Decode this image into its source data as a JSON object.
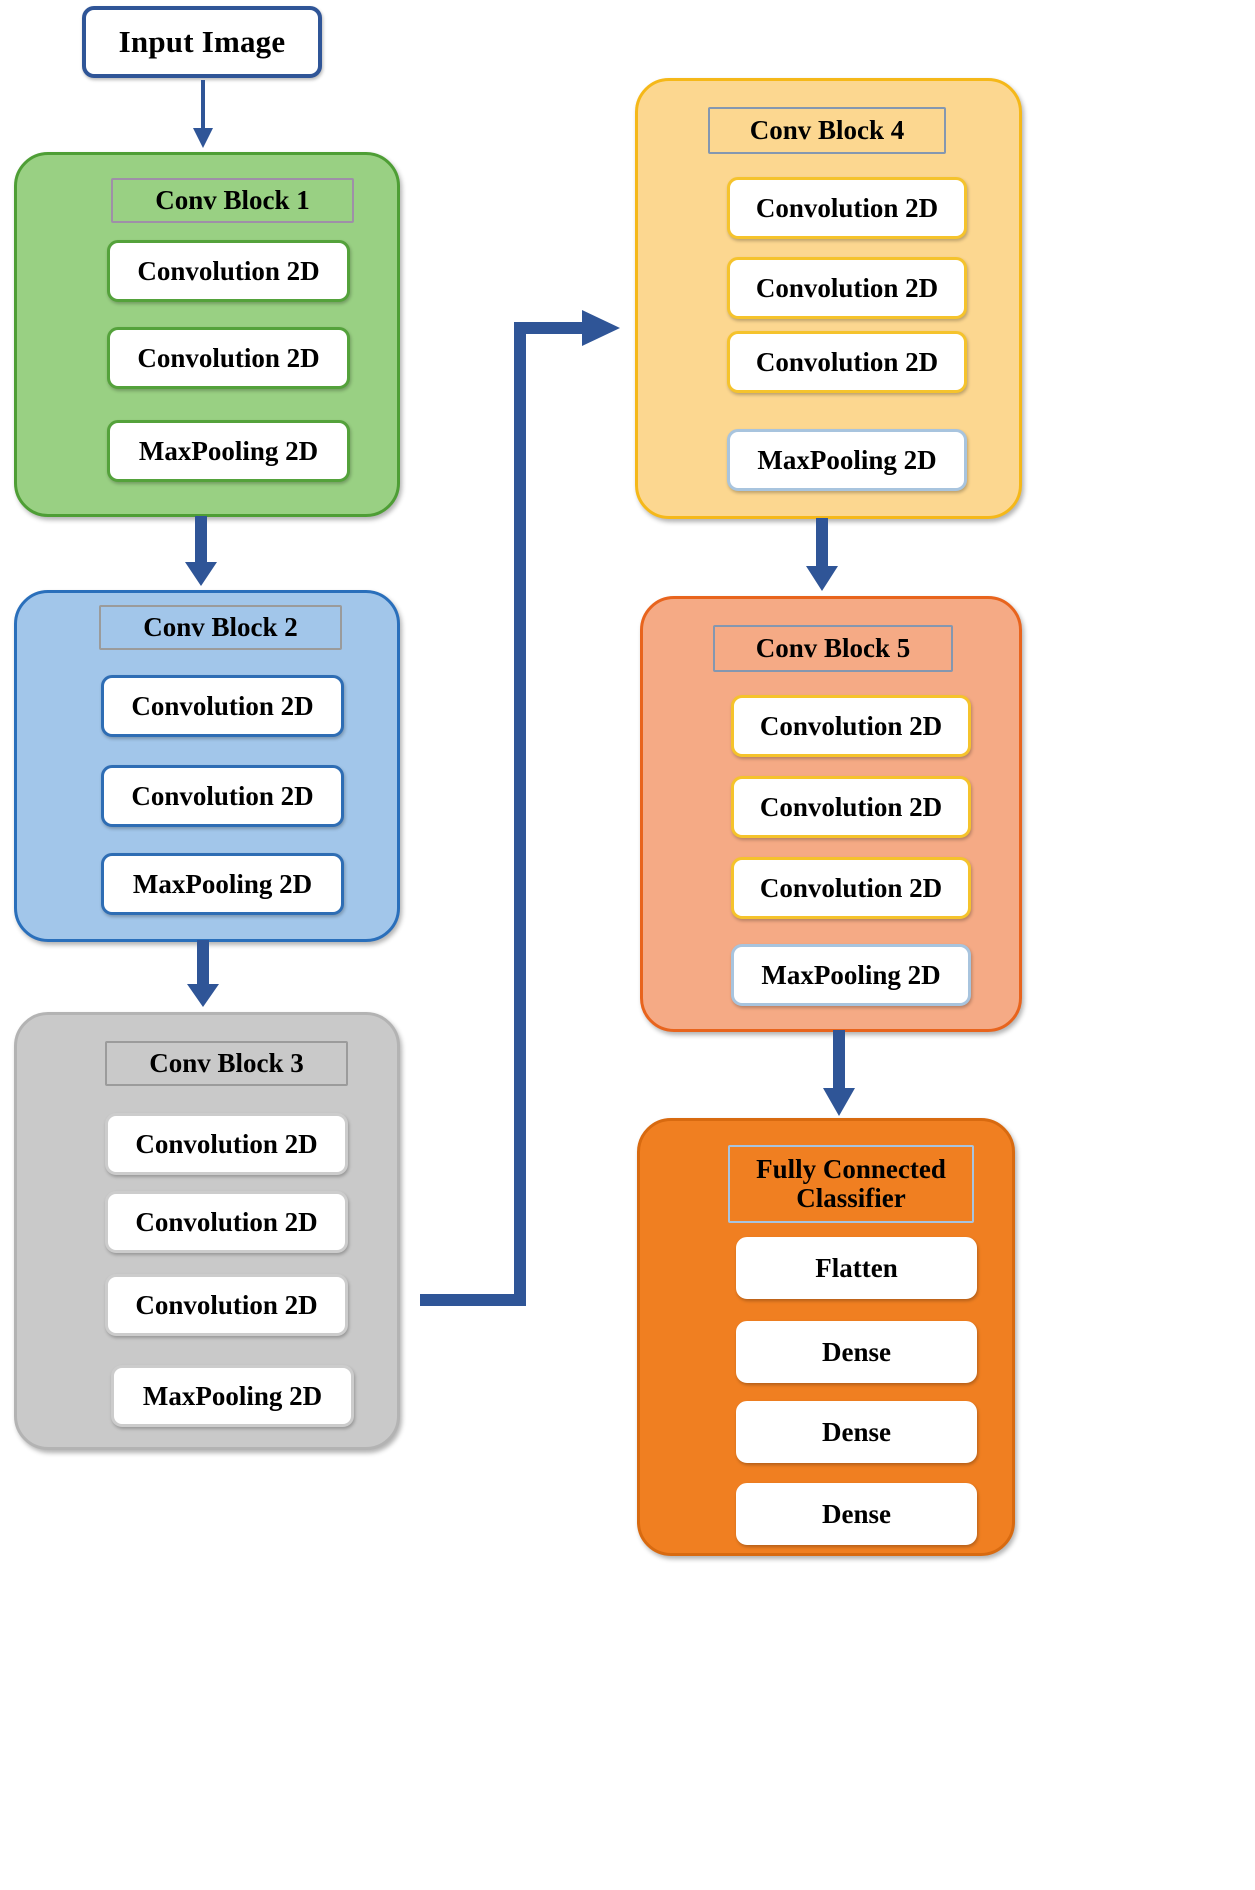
{
  "diagram": {
    "title": "CNN (VGG-style) architecture flow diagram",
    "input": {
      "label": "Input Image"
    },
    "colors": {
      "arrow": "#2f5597",
      "block1": "#99d083",
      "block2": "#a2c6ea",
      "block3": "#c9c9c9",
      "block4": "#fcd790",
      "block5": "#f5aa85",
      "classifier": "#f07f21"
    },
    "blocks": [
      {
        "id": "conv-block-1",
        "title": "Conv Block 1",
        "layers": [
          "Convolution 2D",
          "Convolution 2D",
          "MaxPooling 2D"
        ]
      },
      {
        "id": "conv-block-2",
        "title": "Conv Block 2",
        "layers": [
          "Convolution 2D",
          "Convolution 2D",
          "MaxPooling 2D"
        ]
      },
      {
        "id": "conv-block-3",
        "title": "Conv Block 3",
        "layers": [
          "Convolution 2D",
          "Convolution 2D",
          "Convolution 2D",
          "MaxPooling 2D"
        ]
      },
      {
        "id": "conv-block-4",
        "title": "Conv Block 4",
        "layers": [
          "Convolution 2D",
          "Convolution 2D",
          "Convolution 2D",
          "MaxPooling 2D"
        ]
      },
      {
        "id": "conv-block-5",
        "title": "Conv Block 5",
        "layers": [
          "Convolution 2D",
          "Convolution 2D",
          "Convolution 2D",
          "MaxPooling 2D"
        ]
      },
      {
        "id": "fully-connected-classifier",
        "title_line1": "Fully Connected",
        "title_line2": "Classifier",
        "layers": [
          "Flatten",
          "Dense",
          "Dense",
          "Dense"
        ]
      }
    ],
    "connectors": [
      {
        "id": "input-to-block1",
        "kind": "arrow-down"
      },
      {
        "id": "block1-to-block2",
        "kind": "arrow-down"
      },
      {
        "id": "block2-to-block3",
        "kind": "arrow-down"
      },
      {
        "id": "block3-to-block4",
        "kind": "elbow-right-up"
      },
      {
        "id": "block4-to-block5",
        "kind": "arrow-down"
      },
      {
        "id": "block5-to-classifier",
        "kind": "arrow-down"
      }
    ]
  }
}
